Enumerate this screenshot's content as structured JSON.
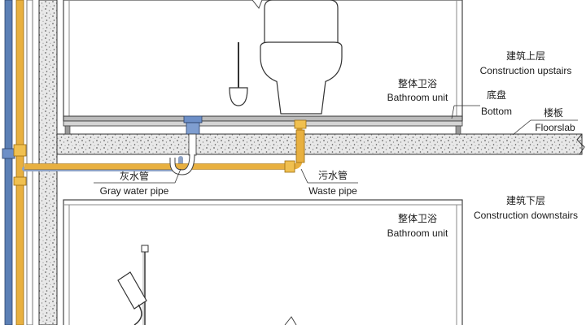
{
  "colors": {
    "blue_pipe": "#5b7fb5",
    "yellow_pipe": "#e8b040",
    "concrete": "#e6e6e6",
    "outline": "#333333",
    "drain": "#6d8fc7"
  },
  "labels": {
    "upstairs_cn": "建筑上层",
    "upstairs_en": "Construction upstairs",
    "bathroom_upper_cn": "整体卫浴",
    "bathroom_upper_en": "Bathroom unit",
    "bottom_cn": "底盘",
    "bottom_en": "Bottom",
    "floorslab_cn": "楼板",
    "floorslab_en": "Floorslab",
    "gray_water_cn": "灰水管",
    "gray_water_en": "Gray water pipe",
    "waste_cn": "污水管",
    "waste_en": "Waste pipe",
    "downstairs_cn": "建筑下层",
    "downstairs_en": "Construction downstairs",
    "bathroom_lower_cn": "整体卫浴",
    "bathroom_lower_en": "Bathroom unit"
  },
  "icons": [
    "toilet-icon",
    "toilet-brush-icon",
    "shower-head-icon",
    "floor-drain-icon"
  ]
}
